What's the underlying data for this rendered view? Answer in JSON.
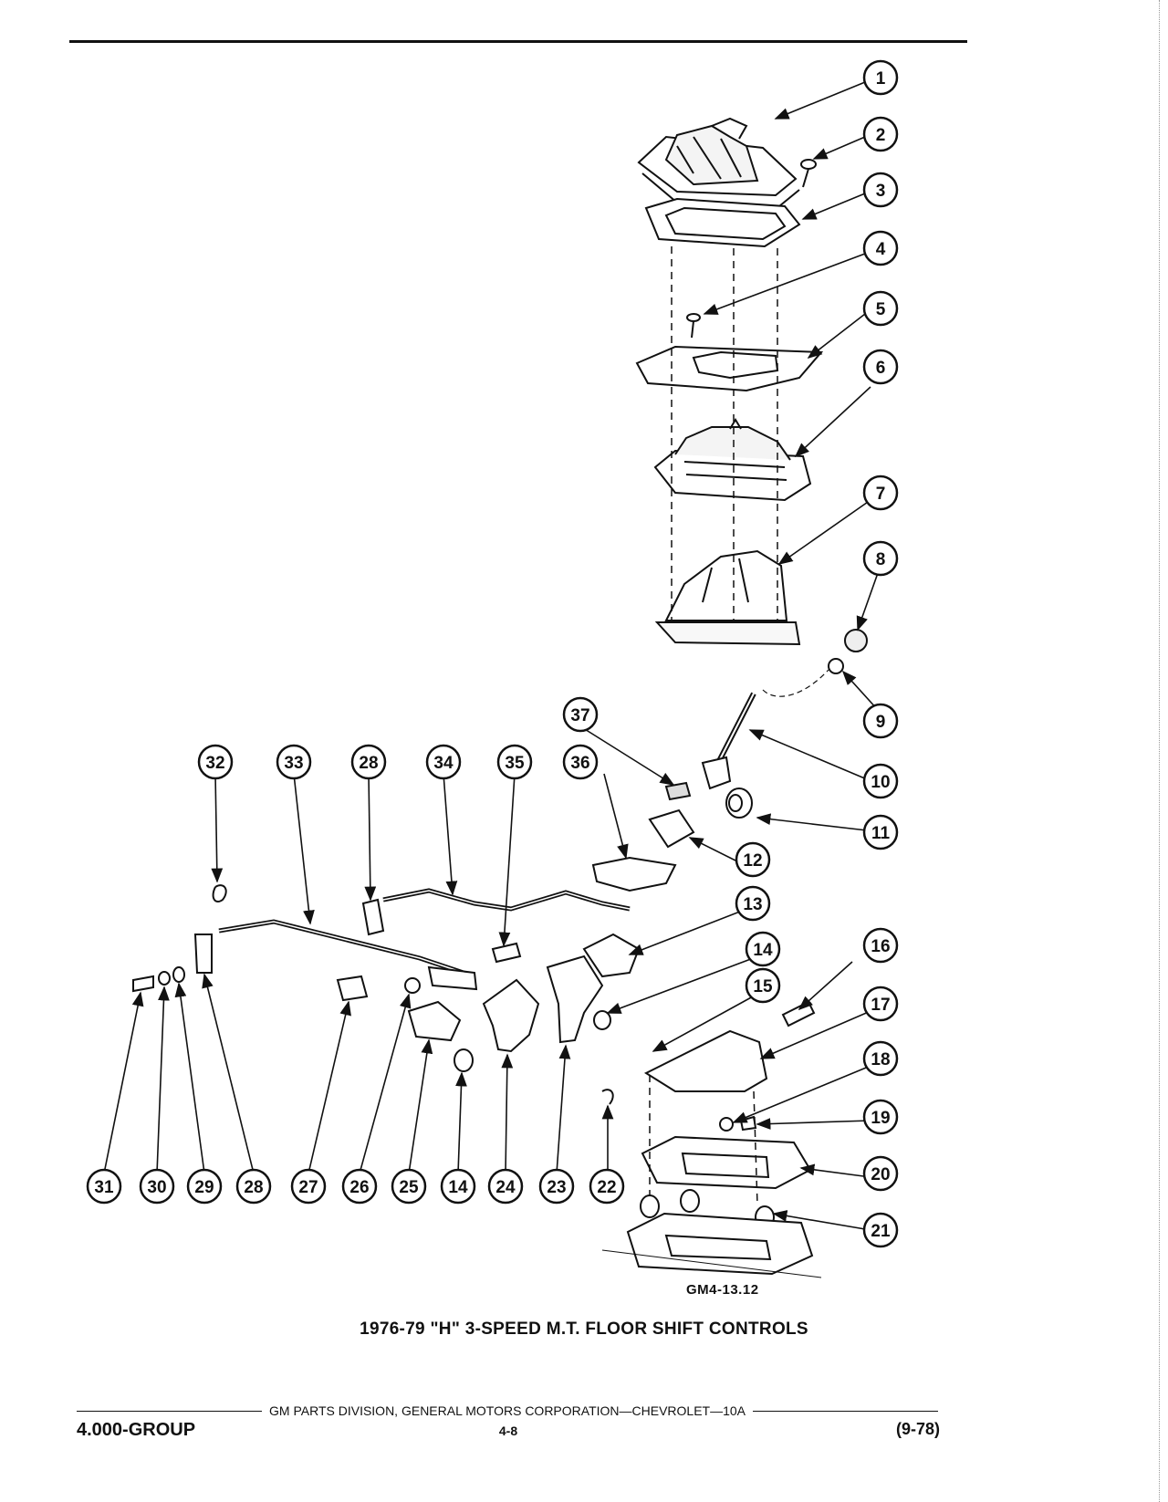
{
  "figure": {
    "code": "GM4-13.12",
    "title": "1976-79 \"H\" 3-SPEED M.T. FLOOR SHIFT CONTROLS"
  },
  "footer": {
    "publisher": "GM PARTS DIVISION, GENERAL MOTORS CORPORATION—CHEVROLET—10A",
    "group": "4.000-GROUP",
    "page": "4-8",
    "date": "(9-78)"
  },
  "callouts": [
    "1",
    "2",
    "3",
    "4",
    "5",
    "6",
    "7",
    "8",
    "9",
    "10",
    "11",
    "12",
    "13",
    "14",
    "15",
    "16",
    "17",
    "18",
    "19",
    "20",
    "21",
    "22",
    "23",
    "24",
    "14",
    "25",
    "26",
    "27",
    "28",
    "29",
    "30",
    "31",
    "32",
    "33",
    "28",
    "34",
    "35",
    "36",
    "37"
  ],
  "colors": {
    "ink": "#111111",
    "paper": "#ffffff"
  }
}
